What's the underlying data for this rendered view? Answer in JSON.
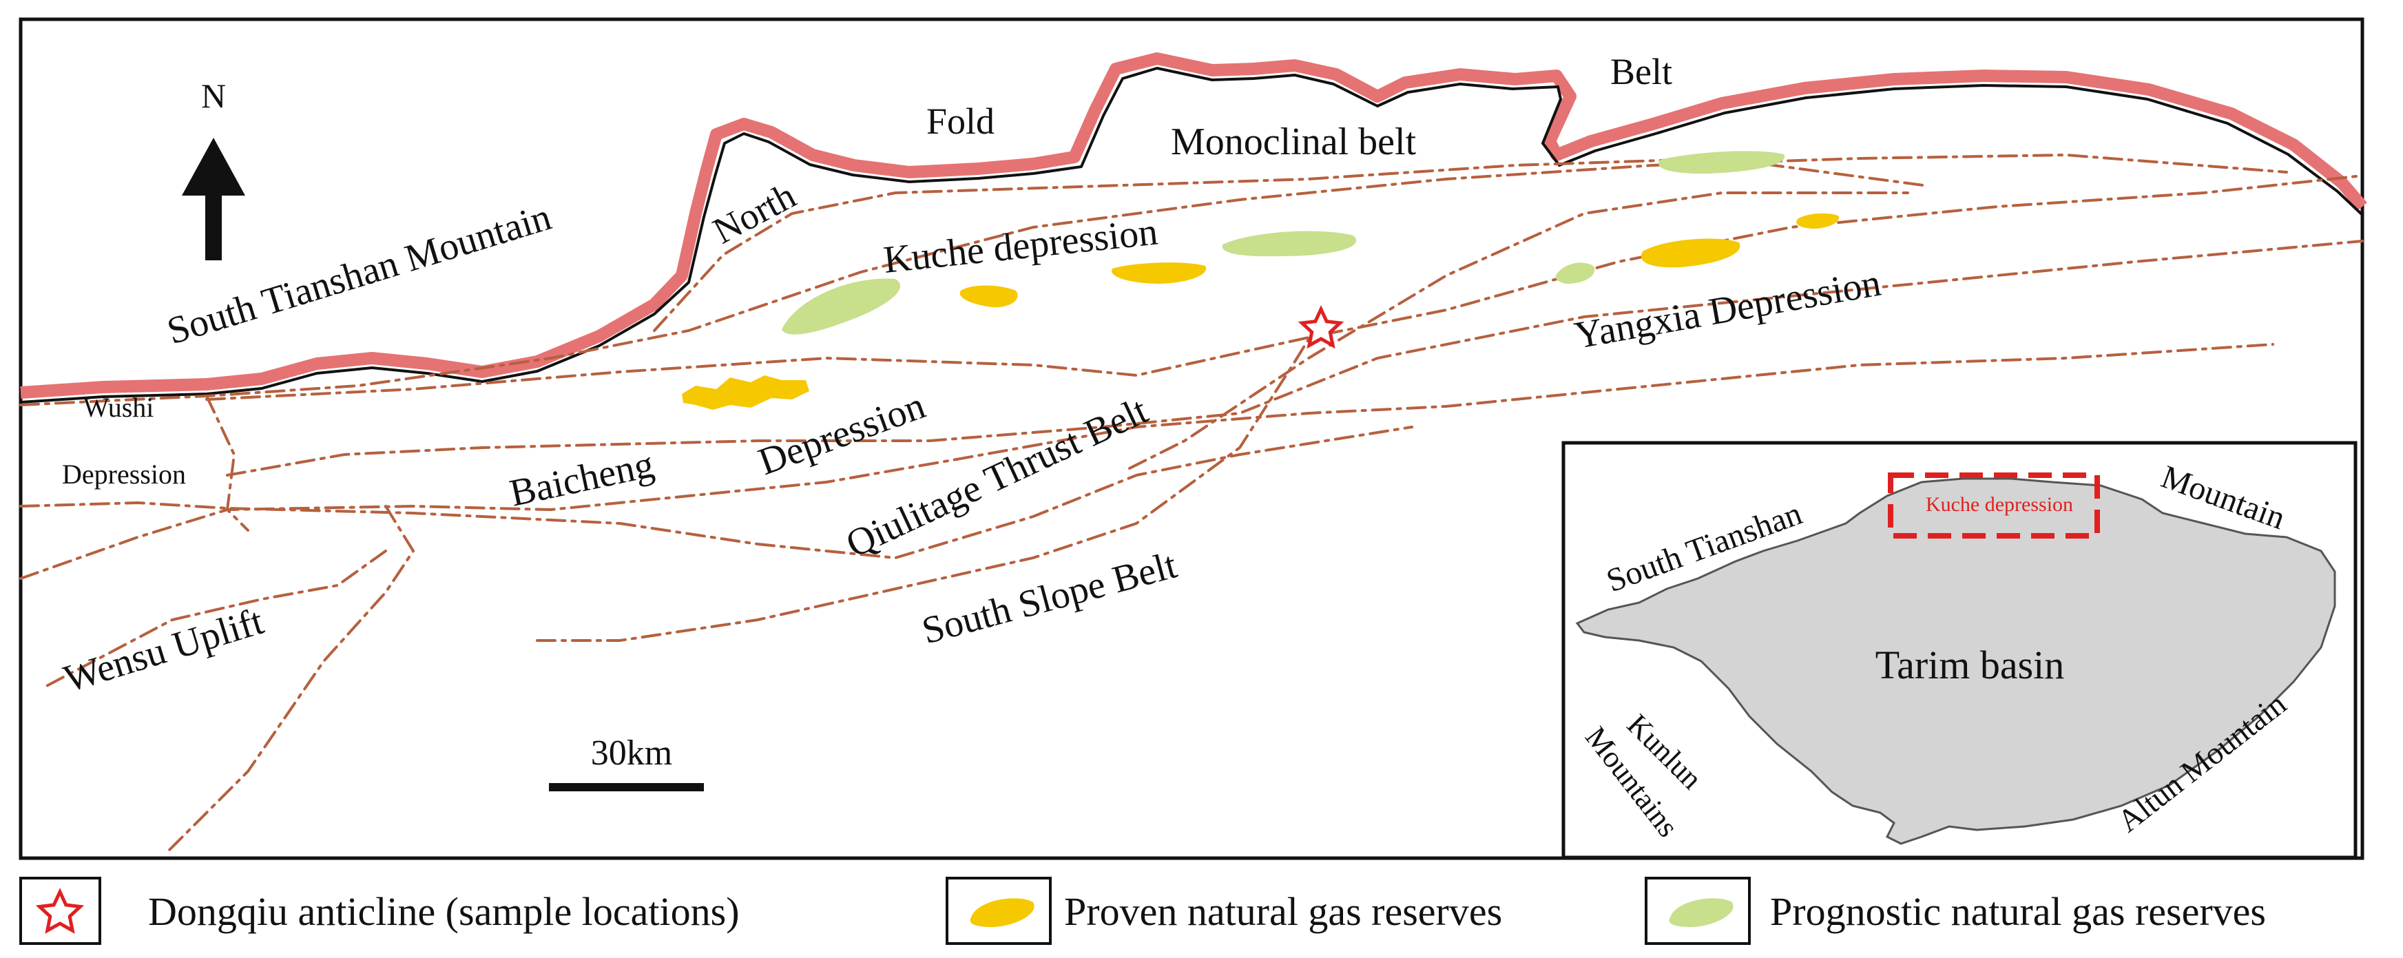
{
  "map": {
    "north_label": "N",
    "mountain_label": "South Tianshan Mountain",
    "belt_north": "North",
    "belt_fold": "Fold",
    "belt_belt": "Belt",
    "monoclinal": "Monoclinal belt",
    "kuche": "Kuche depression",
    "yangxia": "Yangxia Depression",
    "wushi_1": "Wushi",
    "wushi_2": "Depression",
    "baicheng_1": "Baicheng",
    "baicheng_2": "Depression",
    "qiulitage": "Qiulitage Thrust Belt",
    "south_slope": "South Slope Belt",
    "wensu": "Wensu Uplift",
    "scale_label": "30km"
  },
  "inset": {
    "south_tianshan": "South Tianshan",
    "mountain": "Mountain",
    "kuche_box": "Kuche depression",
    "tarim": "Tarim basin",
    "kunlun_1": "Kunlun",
    "kunlun_2": "Mountains",
    "altun": "Altun Mountain"
  },
  "legend": {
    "star": "Dongqiu anticline (sample locations)",
    "proven": "Proven natural gas reserves",
    "prognostic": "Prognostic natural gas reserves"
  },
  "colors": {
    "mountain_front": "#e57373",
    "proven": "#f5c800",
    "prognostic": "#c8df8c",
    "fault": "#b6603e",
    "star": "#e02020",
    "basin": "#d4d4d4",
    "kuche_box": "#e02020"
  }
}
